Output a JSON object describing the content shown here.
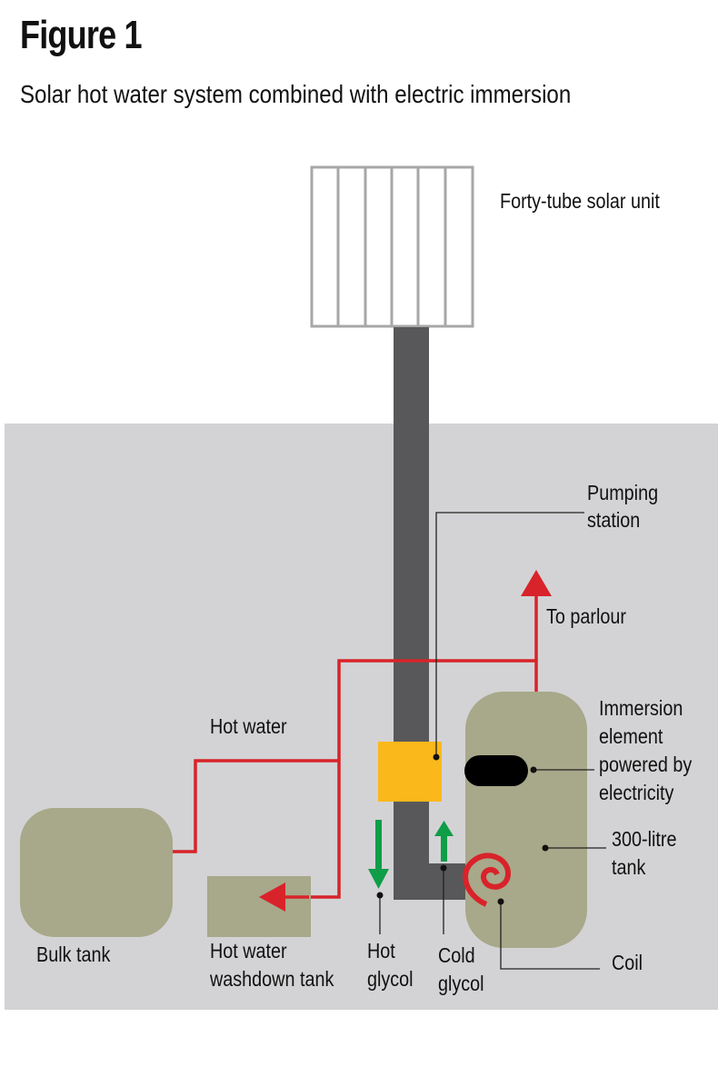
{
  "figure": {
    "title": "Figure 1",
    "subtitle": "Solar hot water system combined with electric immersion"
  },
  "labels": {
    "solar_unit": "Forty-tube solar unit",
    "pumping_station_l1": "Pumping",
    "pumping_station_l2": "station",
    "to_parlour": "To parlour",
    "hot_water": "Hot water",
    "immersion_l1": "Immersion",
    "immersion_l2": "element",
    "immersion_l3": "powered by",
    "immersion_l4": "electricity",
    "tank_l1": "300-litre",
    "tank_l2": "tank",
    "bulk_tank": "Bulk tank",
    "washdown_l1": "Hot water",
    "washdown_l2": "washdown tank",
    "hot_glycol_l1": "Hot",
    "hot_glycol_l2": "glycol",
    "cold_glycol_l1": "Cold",
    "cold_glycol_l2": "glycol",
    "coil": "Coil"
  },
  "colors": {
    "background_panel": "#d3d3d5",
    "solar_frame": "#a7a7a9",
    "pipe": "#58585a",
    "pump": "#fbb81b",
    "tank": "#a8a88a",
    "hot_water_line": "#d8232a",
    "glycol_arrow": "#0f9d48",
    "element": "#000000",
    "leader_line": "#222222"
  }
}
